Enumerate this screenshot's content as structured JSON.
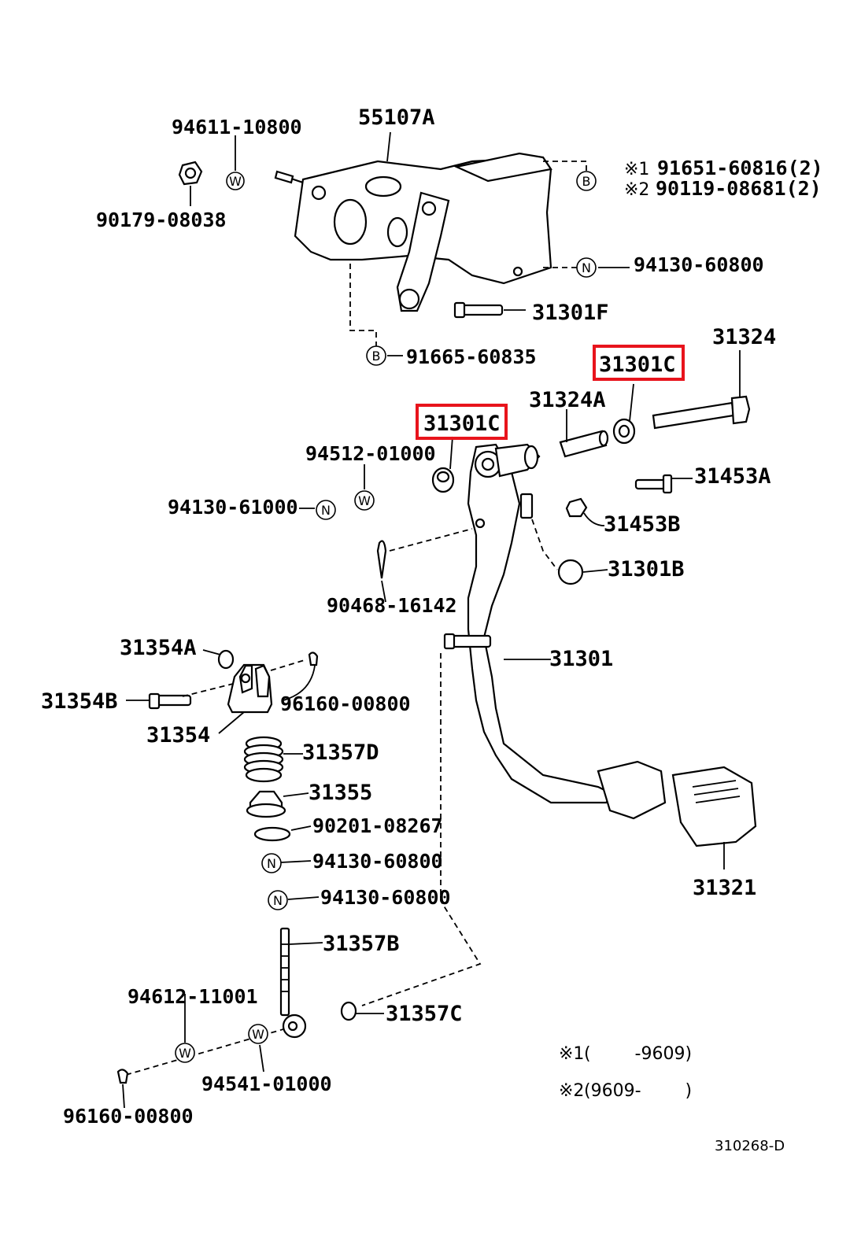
{
  "diagram": {
    "part_labels": {
      "p55107A": "55107A",
      "p94611_10800": "94611-10800",
      "p90179_08038": "90179-08038",
      "p91651_60816": "91651-60816(2)",
      "p90119_08681": "90119-08681(2)",
      "p94130_60800_top": "94130-60800",
      "p31301F": "31301F",
      "p91665_60835": "91665-60835",
      "p31324": "31324",
      "p31301C_right": "31301C",
      "p31324A": "31324A",
      "p31301C_left": "31301C",
      "p94512_01000": "94512-01000",
      "p94130_61000": "94130-61000",
      "p31453A": "31453A",
      "p31453B": "31453B",
      "p31301B": "31301B",
      "p90468_16142": "90468-16142",
      "p31301": "31301",
      "p31354A": "31354A",
      "p31354B": "31354B",
      "p96160_00800_mid": "96160-00800",
      "p31354": "31354",
      "p31357D": "31357D",
      "p31355": "31355",
      "p90201_08267": "90201-08267",
      "p94130_60800_a": "94130-60800",
      "p94130_60800_b": "94130-60800",
      "p31321": "31321",
      "p31357B": "31357B",
      "p94612_11001": "94612-11001",
      "p31357C": "31357C",
      "p94541_01000": "94541-01000",
      "p96160_00800_bot": "96160-00800"
    },
    "symbols": {
      "mark1": "※1",
      "mark2": "※2",
      "B": "B",
      "N": "N",
      "W": "W"
    },
    "notes": {
      "note1_mark": "※1",
      "note1_text": "(        -9609)",
      "note2_mark": "※2",
      "note2_text": "(9609-        )",
      "diagram_code": "310268-D"
    },
    "highlight_color": "#e8141c"
  }
}
